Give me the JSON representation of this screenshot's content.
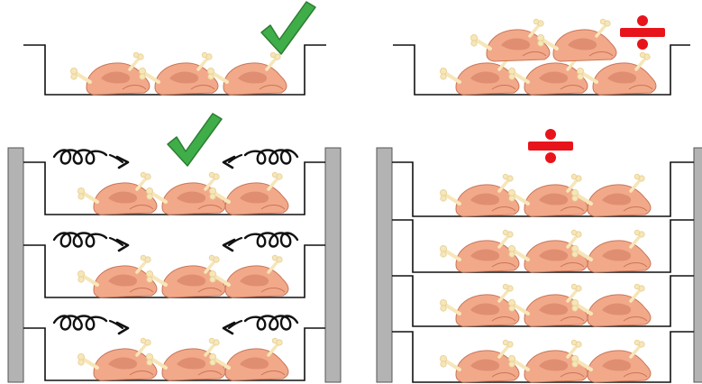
{
  "panels": [
    {
      "id": "single-tray-correct",
      "mark": "check-icon",
      "layers": 1,
      "trays": 1,
      "fans": false
    },
    {
      "id": "single-tray-overloaded",
      "mark": "divide-icon",
      "layers": 2,
      "trays": 1,
      "fans": false
    },
    {
      "id": "rack-spaced-with-airflow",
      "mark": "check-icon",
      "layers": 1,
      "trays": 3,
      "fans": true
    },
    {
      "id": "rack-stacked-no-airflow",
      "mark": "divide-icon",
      "layers": 1,
      "trays": 4,
      "fans": false
    }
  ],
  "icons": {
    "good": "check-icon",
    "bad": "divide-icon",
    "item": "roast-chicken-icon",
    "airflow": "airflow-coil-icon"
  },
  "colors": {
    "check": "#3fae49",
    "check_stroke": "#2e7d32",
    "divide": "#e8141b",
    "chicken_body": "#f2a98a",
    "chicken_shadow": "#dd8a6c",
    "chicken_outline": "#c97658",
    "bone": "#f6e6b8",
    "rack_post": "#b3b3b3",
    "line": "#111111"
  }
}
